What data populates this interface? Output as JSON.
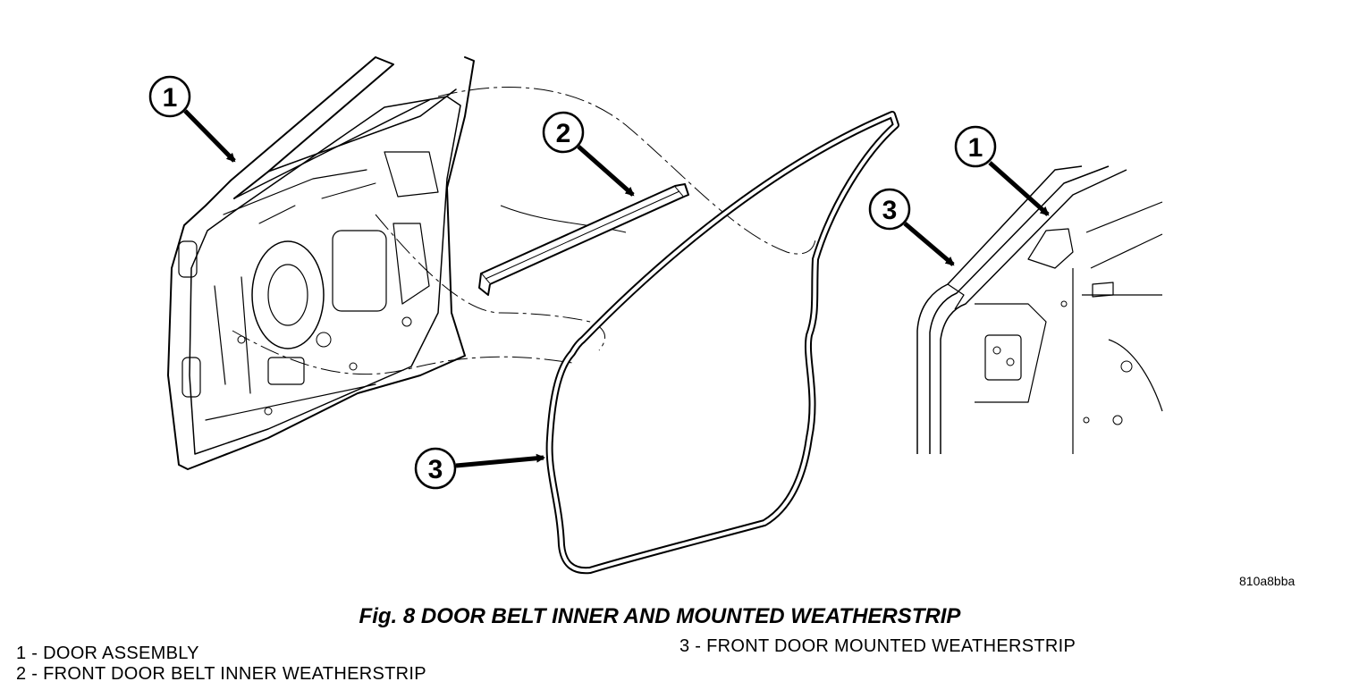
{
  "figure": {
    "code": "810a8bba",
    "caption": "Fig. 8 DOOR BELT INNER AND MOUNTED WEATHERSTRIP"
  },
  "callouts": {
    "door_assembly": "1",
    "belt_weatherstrip": "2",
    "mounted_weatherstrip": "3",
    "detail_door_assembly": "1",
    "detail_mounted_weatherstrip": "3"
  },
  "legend": {
    "item1": "1 - DOOR ASSEMBLY",
    "item2": "2 - FRONT DOOR BELT INNER WEATHERSTRIP",
    "item3": "3 - FRONT DOOR MOUNTED WEATHERSTRIP"
  }
}
